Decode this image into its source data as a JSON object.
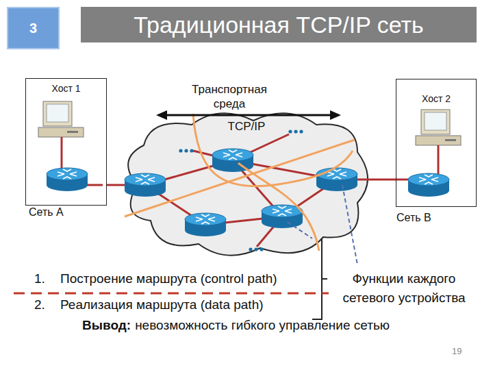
{
  "diagram": {
    "title": "Традиционная TCP/IP сеть",
    "nodes": [
      {
        "text": [
          "3"
        ]
      },
      {
        "text": [
          "Хост 1",
          "Сеть A"
        ]
      },
      {
        "text": [
          "Транспортная среда",
          "TCP/IP"
        ]
      },
      {
        "text": [
          "Хост 2",
          "Сеть B"
        ]
      }
    ],
    "edges": [
      {
        "from": 1,
        "to": 2,
        "arrow": "none"
      },
      {
        "from": 2,
        "to": 3,
        "arrow": "none"
      }
    ],
    "labels": [
      "1.",
      "Построение маршрута (control path)",
      "2.",
      "Реализация маршрута (data path)",
      "Функции каждого сетевого устройства",
      "Вывод:",
      "невозможность гибкого управление сетью",
      "19"
    ]
  }
}
